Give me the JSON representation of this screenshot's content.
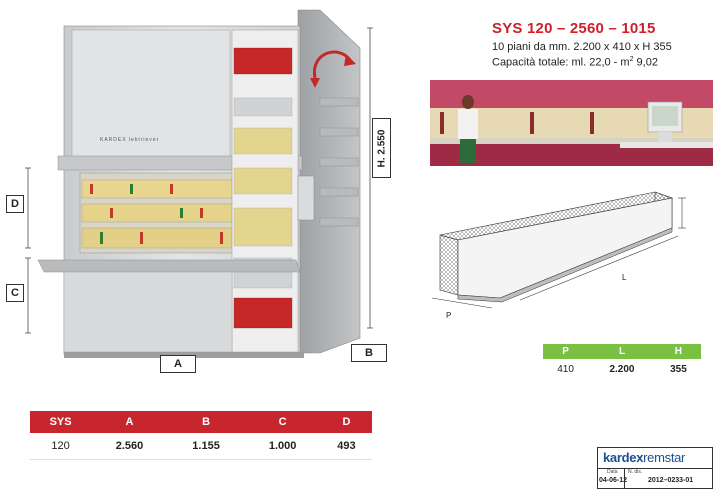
{
  "header": {
    "title": "SYS 120 – 2560 – 1015",
    "line1": "10 piani da mm. 2.200 x 410 x H 355",
    "line2_prefix": "Capacità totale: ml. 22,0 - m",
    "line2_sup": "2",
    "line2_suffix": " 9,02"
  },
  "cabinet": {
    "brand_label": "KARDEX  lektriever",
    "dim_height_label": "H. 2.550",
    "dim_a": "A",
    "dim_b": "B",
    "dim_c": "C",
    "dim_d": "D"
  },
  "drawer_diagram": {
    "label_l": "L",
    "label_p": "P"
  },
  "plh_table": {
    "headers": [
      "P",
      "L",
      "H"
    ],
    "row": [
      "410",
      "2.200",
      "355"
    ]
  },
  "sys_table": {
    "headers": [
      "SYS",
      "A",
      "B",
      "C",
      "D"
    ],
    "row": [
      "120",
      "2.560",
      "1.155",
      "1.000",
      "493"
    ]
  },
  "logo": {
    "brand_part1": "kardex",
    "brand_part2": "remstar",
    "data_label": "Data",
    "data_value": "04-06-12",
    "ndis_label": "N. dis.",
    "ndis_value": "2012–0233-01"
  },
  "colors": {
    "red": "#c8262e",
    "green": "#7ac143",
    "brand_blue": "#1d4f91"
  }
}
